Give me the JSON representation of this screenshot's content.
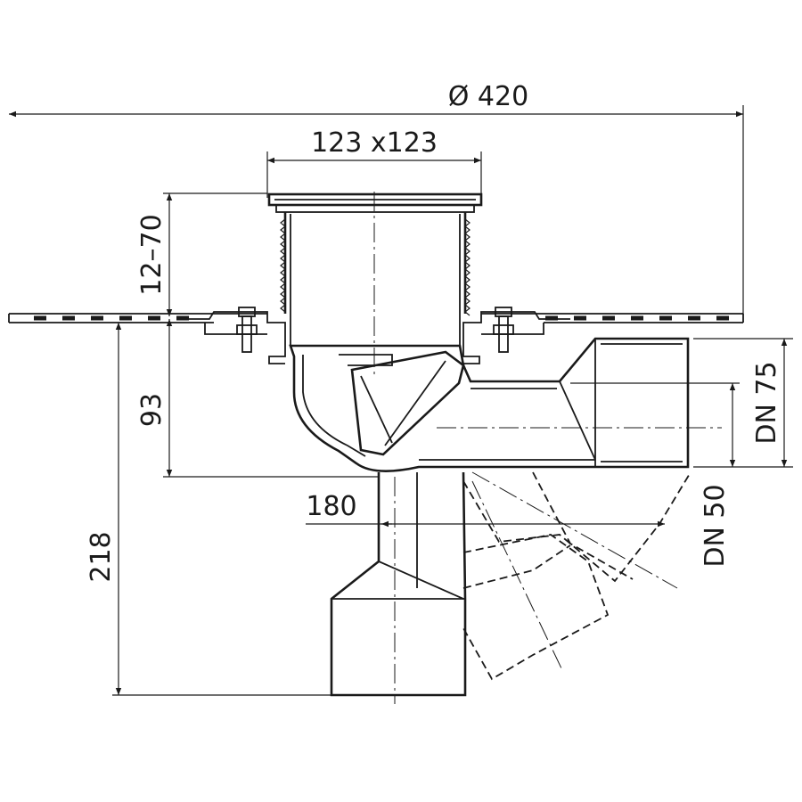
{
  "dimensions": {
    "overall_diameter": "Ø 420",
    "grate_size": "123 x123",
    "height_adjust": "12–70",
    "outlet_height": "93",
    "outlet_length": "180",
    "total_depth": "218",
    "outlet_dn_horizontal": "DN 75",
    "outlet_dn_vertical": "DN 50"
  },
  "colors": {
    "line": "#1a1a1a",
    "background": "#ffffff"
  }
}
